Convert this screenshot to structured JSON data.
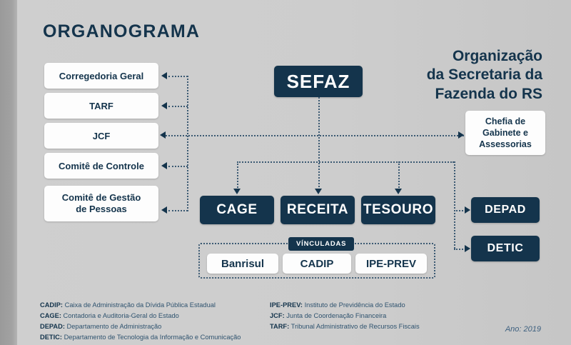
{
  "header": {
    "title": "ORGANOGRAMA",
    "subtitle": "Organização\nda Secretaria da\nFazenda do RS"
  },
  "root": {
    "label": "SEFAZ"
  },
  "advisory": {
    "label": "Chefia de\nGabinete e\nAssessorias"
  },
  "left_column": [
    {
      "label": "Corregedoria Geral"
    },
    {
      "label": "TARF"
    },
    {
      "label": "JCF"
    },
    {
      "label": "Comitê de Controle"
    },
    {
      "label": "Comitê de Gestão\nde Pessoas"
    }
  ],
  "departments": [
    {
      "label": "CAGE"
    },
    {
      "label": "RECEITA"
    },
    {
      "label": "TESOURO"
    }
  ],
  "right_column": [
    {
      "label": "DEPAD"
    },
    {
      "label": "DETIC"
    }
  ],
  "linked_group": {
    "label": "VÍNCULADAS",
    "items": [
      {
        "label": "Banrisul"
      },
      {
        "label": "CADIP"
      },
      {
        "label": "IPE-PREV"
      }
    ]
  },
  "legend": {
    "left": [
      {
        "abbr": "CADIP:",
        "text": " Caixa de Administração da Dívida Pública Estadual"
      },
      {
        "abbr": "CAGE:",
        "text": " Contadoria e Auditoria-Geral do Estado"
      },
      {
        "abbr": "DEPAD:",
        "text": " Departamento de Administração"
      },
      {
        "abbr": "DETIC:",
        "text": " Departamento de Tecnologia da Informação e Comunicação"
      }
    ],
    "right": [
      {
        "abbr": "IPE-PREV:",
        "text": " Instituto de Previdência do Estado"
      },
      {
        "abbr": "JCF:",
        "text": " Junta de Coordenação Financeira"
      },
      {
        "abbr": "TARF:",
        "text": " Tribunal Administrativo de Recursos Fiscais"
      }
    ]
  },
  "footer": {
    "year": "Ano: 2019"
  },
  "colors": {
    "navy": "#14344c",
    "background": "#cdcdcd",
    "box_white": "#fdfdfd",
    "connector": "#3c5a73"
  }
}
